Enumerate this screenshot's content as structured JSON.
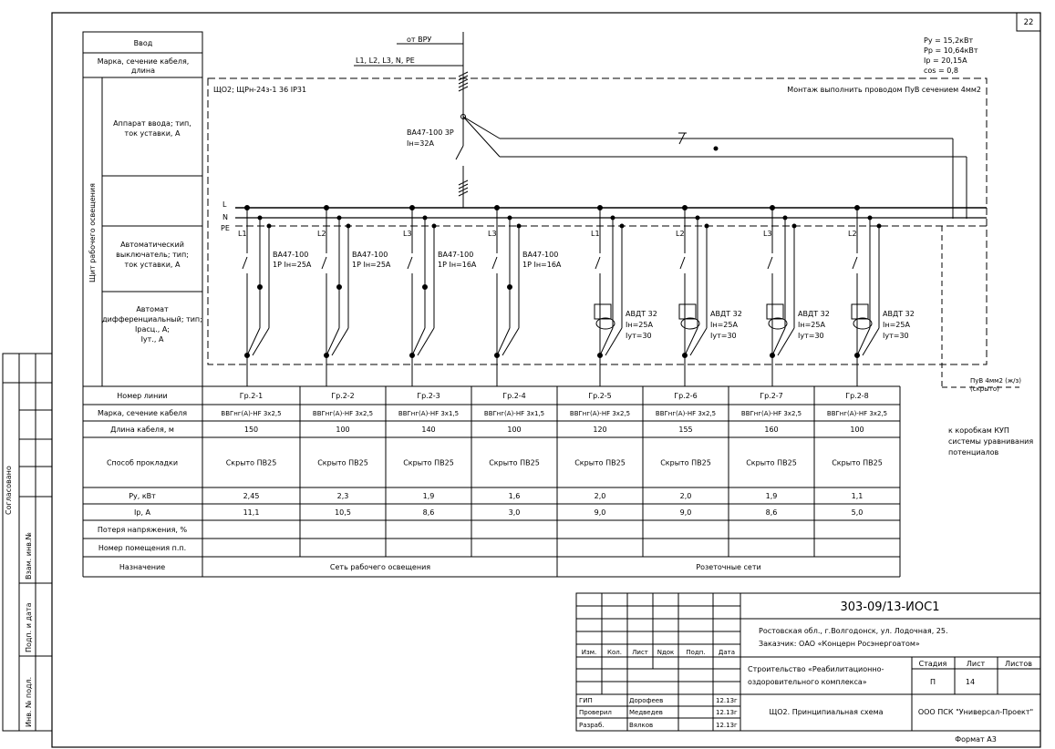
{
  "sheet_number": "22",
  "left_table": {
    "input": "Ввод",
    "cable_brand": "Марка, сечение кабеля, длина",
    "panel_title": "Щит рабочего освещения",
    "input_device": "Аппарат ввода; тип, ток уставки, А",
    "breaker": "Автоматический выключатель; тип; ток уставки, А",
    "rcbo": "Автомат дифференциальный; тип; Iрасц., А; Iут., А"
  },
  "feed": {
    "from": "от ВРУ",
    "phases": "L1, L2, L3, N, PE"
  },
  "loads": {
    "py": "Pу = 15,2кВт",
    "pp": "Pр = 10,64кВт",
    "ip": "Iр = 20,15А",
    "cos": "cos = 0,8"
  },
  "panel_label": "ЩО2; ЩРн-24з-1 36   IP31",
  "mount_note": "Монтаж выполнить проводом ПуВ сечением 4мм2",
  "main_breaker": {
    "type": "ВА47-100 3Р",
    "rating": "Iн=32А"
  },
  "bus": {
    "l": "L",
    "n": "N",
    "pe": "PE"
  },
  "groups": [
    {
      "phase": "L1",
      "dev1": "ВА47-100",
      "dev2": "1Р Iн=25А",
      "dev3": "",
      "name": "Гр.2-1",
      "cable": "ВВГнг(А)-HF 3х2,5",
      "length": "150",
      "method": "Скрыто ПВ25",
      "py": "2,45",
      "ip": "11,1"
    },
    {
      "phase": "L2",
      "dev1": "ВА47-100",
      "dev2": "1Р Iн=25А",
      "dev3": "",
      "name": "Гр.2-2",
      "cable": "ВВГнг(А)-HF 3х2,5",
      "length": "100",
      "method": "Скрыто ПВ25",
      "py": "2,3",
      "ip": "10,5"
    },
    {
      "phase": "L3",
      "dev1": "ВА47-100",
      "dev2": "1Р Iн=16А",
      "dev3": "",
      "name": "Гр.2-3",
      "cable": "ВВГнг(А)-HF 3х1,5",
      "length": "140",
      "method": "Скрыто ПВ25",
      "py": "1,9",
      "ip": "8,6"
    },
    {
      "phase": "L3",
      "dev1": "ВА47-100",
      "dev2": "1Р Iн=16А",
      "dev3": "",
      "name": "Гр.2-4",
      "cable": "ВВГнг(А)-HF 3х1,5",
      "length": "100",
      "method": "Скрыто ПВ25",
      "py": "1,6",
      "ip": "3,0"
    },
    {
      "phase": "L1",
      "dev1": "АВДТ 32",
      "dev2": "Iн=25А",
      "dev3": "Iут=30",
      "name": "Гр.2-5",
      "cable": "ВВГнг(А)-HF 3х2,5",
      "length": "120",
      "method": "Скрыто ПВ25",
      "py": "2,0",
      "ip": "9,0"
    },
    {
      "phase": "L2",
      "dev1": "АВДТ 32",
      "dev2": "Iн=25А",
      "dev3": "Iут=30",
      "name": "Гр.2-6",
      "cable": "ВВГнг(А)-HF 3х2,5",
      "length": "155",
      "method": "Скрыто ПВ25",
      "py": "2,0",
      "ip": "9,0"
    },
    {
      "phase": "L3",
      "dev1": "АВДТ 32",
      "dev2": "Iн=25А",
      "dev3": "Iут=30",
      "name": "Гр.2-7",
      "cable": "ВВГнг(А)-HF 3х2,5",
      "length": "160",
      "method": "Скрыто ПВ25",
      "py": "1,9",
      "ip": "8,6"
    },
    {
      "phase": "L2",
      "dev1": "АВДТ 32",
      "dev2": "Iн=25А",
      "dev3": "Iут=30",
      "name": "Гр.2-8",
      "cable": "ВВГнг(А)-HF 3х2,5",
      "length": "100",
      "method": "Скрыто ПВ25",
      "py": "1,1",
      "ip": "5,0"
    }
  ],
  "row_labels": {
    "line": "Номер линии",
    "cable": "Марка, сечение кабеля",
    "length": "Длина кабеля, м",
    "method": "Способ прокладки",
    "py": "Pу, кВт",
    "ip": "Iр, А",
    "loss": "Потеря напряжения, %",
    "room": "Номер помещения п.п.",
    "purpose": "Назначение"
  },
  "purpose": {
    "lighting": "Сеть рабочего освещения",
    "sockets": "Розеточные сети"
  },
  "pe_note": {
    "wire": "ПуВ 4мм2 (ж/з)",
    "hidden": "(скрыто)",
    "text": "к коробкам КУП системы уравнивания потенциалов"
  },
  "stamp": {
    "code": "303-09/13-ИОС1",
    "address": "Ростовская обл., г.Волгодонск, ул. Лодочная, 25.",
    "customer": "Заказчик: ОАО «Концерн Росэнергоатом»",
    "project1": "Строительство «Реабилитационно-",
    "project2": "оздоровительного комплекса»",
    "sheet_title": "ЩО2. Принципиальная схема",
    "company": "ООО ПСК \"Универсал-Проект\"",
    "stage_h": "Стадия",
    "list_h": "Лист",
    "lists_h": "Листов",
    "stage": "П",
    "list": "14",
    "lists": "",
    "cols": [
      "Изм.",
      "Кол.",
      "Лист",
      "Nдок",
      "Подп.",
      "Дата"
    ],
    "people": [
      {
        "role": "ГИП",
        "name": "Дорофеев",
        "date": "12.13г"
      },
      {
        "role": "Проверил",
        "name": "Медведев",
        "date": "12.13г"
      },
      {
        "role": "Разраб.",
        "name": "Вялков",
        "date": "12.13г"
      }
    ],
    "format": "Формат А3"
  },
  "side_labels": {
    "agreed": "Согласовано",
    "inv_sub": "Взам. инв.№",
    "sign_date": "Подп. и дата",
    "inv_orig": "Инв. № подл."
  }
}
